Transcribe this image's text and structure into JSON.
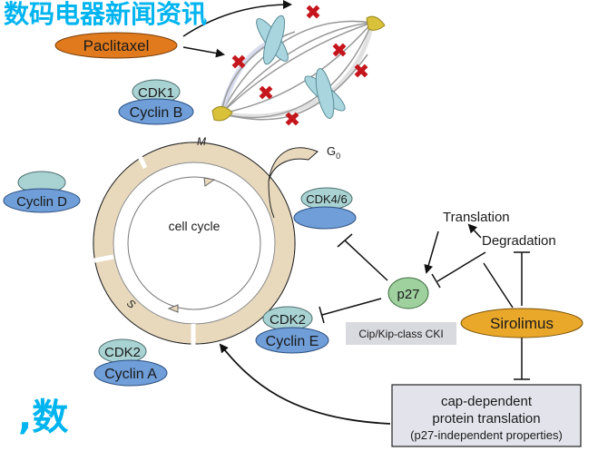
{
  "colors": {
    "paclitaxel": "#e07a1c",
    "cdk": "#a9d3d3",
    "cyclin": "#6f9ed8",
    "p27": "#9fd19f",
    "sirolimus": "#e9a82a",
    "ring": "#e8d9bd",
    "chromosome": "#a9d5df",
    "spindle_pole": "#d9c23a",
    "block_x": "#c4161c",
    "box": "#e3e3ec",
    "cki_label_bg": "#d9d9e0",
    "overlay_text": "#00b4f0"
  },
  "drugs": {
    "paclitaxel": "Paclitaxel",
    "sirolimus": "Sirolimus"
  },
  "complexes": {
    "cdk1_cyclinb": {
      "kinase": "CDK1",
      "cyclin": "Cyclin B"
    },
    "cdk46_cyclind": {
      "kinase": "CDK4/6",
      "cyclin": "Cyclin D"
    },
    "cdk2_cycline": {
      "kinase": "CDK2",
      "cyclin": "Cyclin E"
    },
    "cdk2_cyclina": {
      "kinase": "CDK2",
      "cyclin": "Cyclin A"
    }
  },
  "cell_cycle": {
    "center_label": "cell cycle",
    "phases": {
      "m": "M",
      "s": "S",
      "g0": "G",
      "g0_sub": "0"
    }
  },
  "p27": {
    "label": "p27",
    "class_label": "Cip/Kip-class CKI"
  },
  "regulation": {
    "translation": "Translation",
    "degradation": "Degradation"
  },
  "translation_box": {
    "line1": "cap-dependent",
    "line2": "protein translation",
    "line3": "(p27-independent properties)"
  },
  "overlay": {
    "line1": "数码电器新闻资讯",
    "line2": ",数"
  }
}
